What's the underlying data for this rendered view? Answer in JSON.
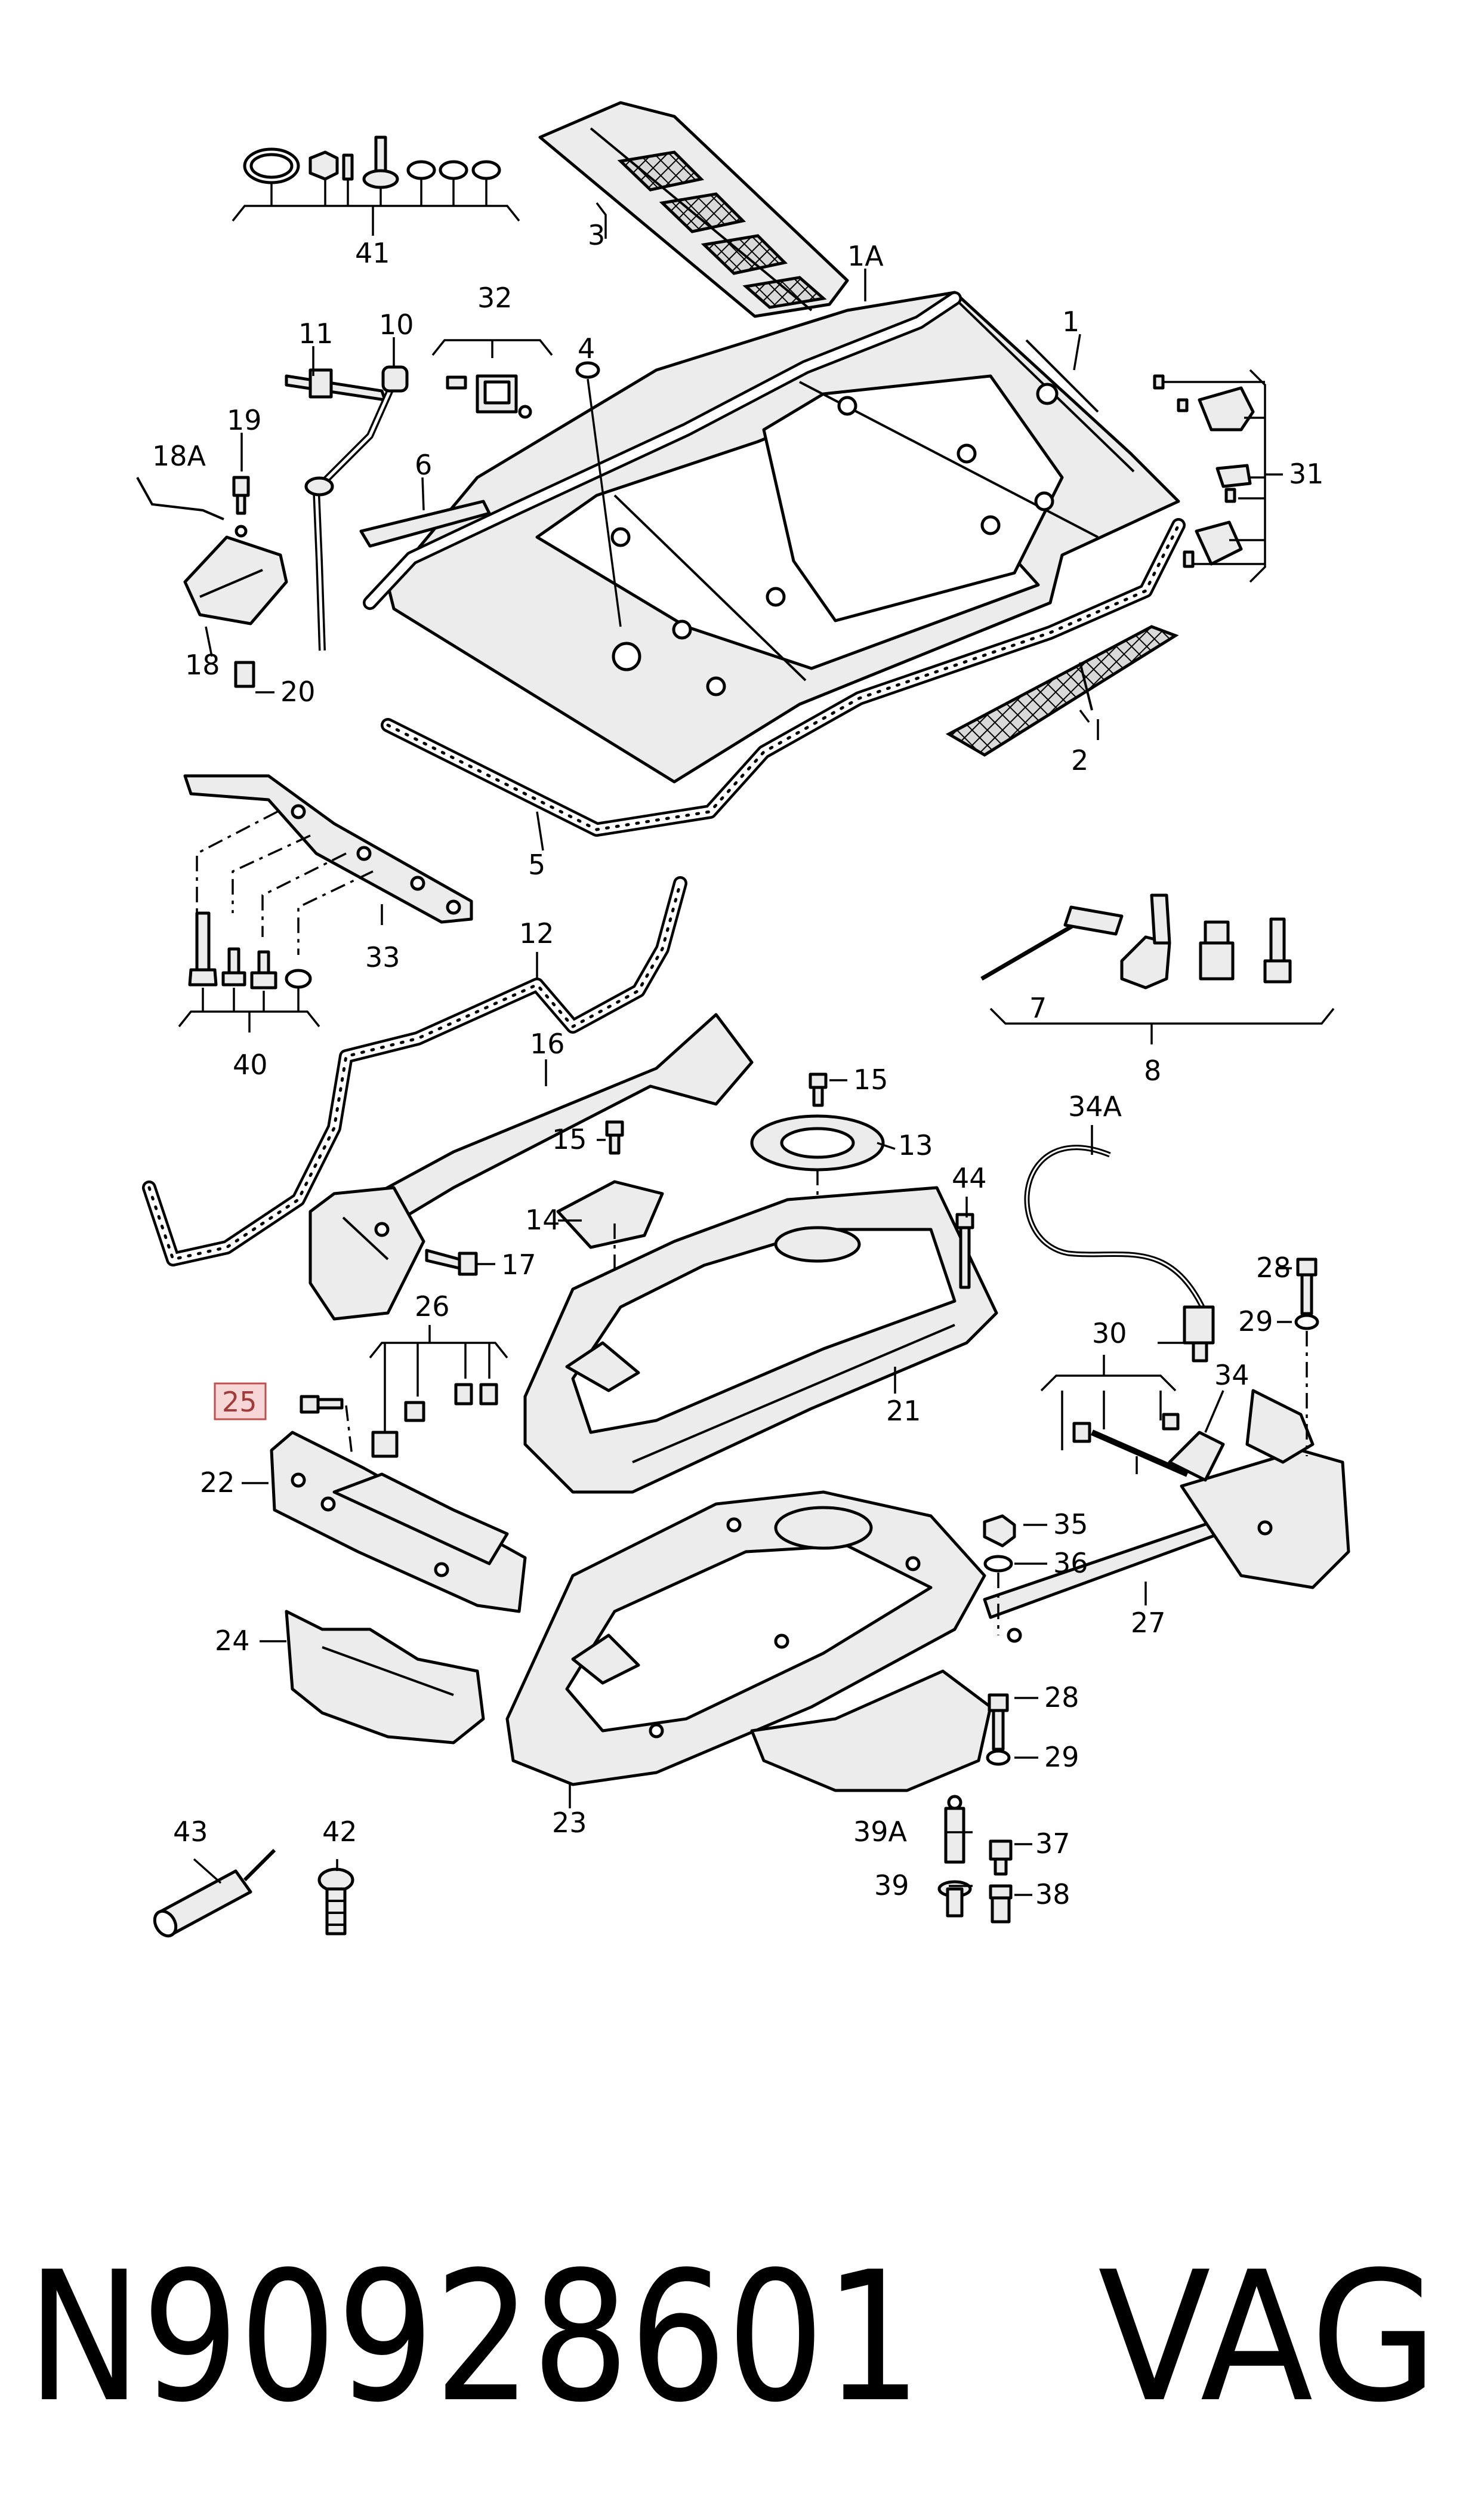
{
  "labels": {
    "p1": "1",
    "p1A": "1A",
    "p2": "2",
    "p3": "3",
    "p4": "4",
    "p5": "5",
    "p6": "6",
    "p7": "7",
    "p8": "8",
    "p10": "10",
    "p11": "11",
    "p12": "12",
    "p13": "13",
    "p14": "14",
    "p15a": "15",
    "p15b": "15",
    "p16": "16",
    "p17": "17",
    "p18": "18",
    "p18A": "18A",
    "p19": "19",
    "p20": "20",
    "p21": "21",
    "p22": "22",
    "p23": "23",
    "p24": "24",
    "p25": "25",
    "p26": "26",
    "p27": "27",
    "p28a": "28",
    "p28b": "28",
    "p29a": "29",
    "p29b": "29",
    "p30": "30",
    "p31": "31",
    "p32": "32",
    "p33": "33",
    "p34": "34",
    "p34A": "34A",
    "p35": "35",
    "p36": "36",
    "p37": "37",
    "p38": "38",
    "p39": "39",
    "p39A": "39A",
    "p40": "40",
    "p41": "41",
    "p42": "42",
    "p43": "43",
    "p44": "44"
  },
  "highlighted_part": "25",
  "part_number": "N90928601",
  "brand": "VAG",
  "colors": {
    "highlight_fill": "#f6d6d6",
    "highlight_border": "#c0504d",
    "line": "#000000"
  }
}
